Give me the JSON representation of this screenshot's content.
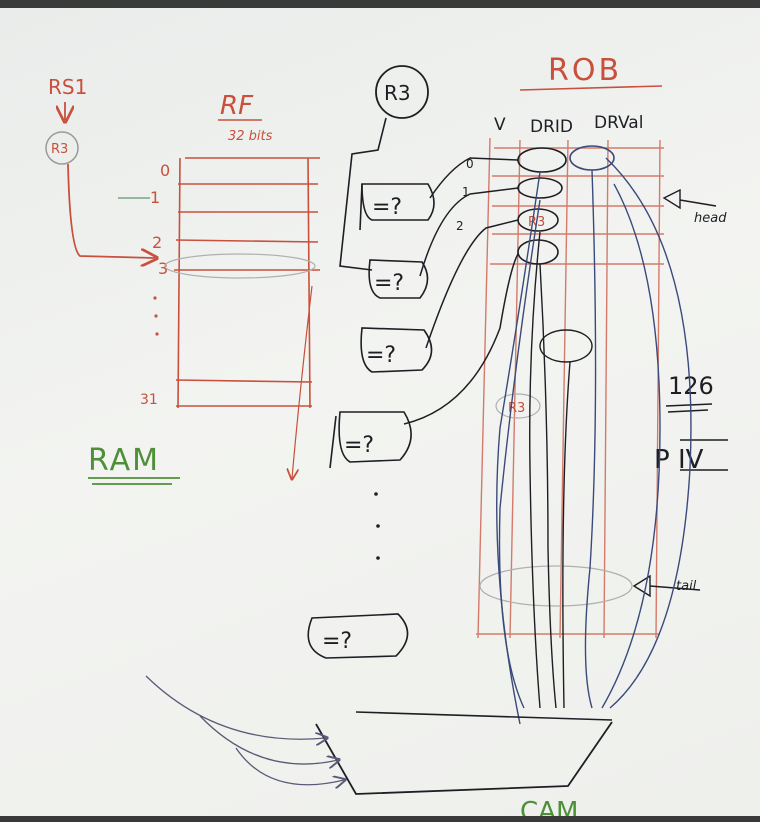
{
  "colors": {
    "red": "#c8503c",
    "black": "#1e1e24",
    "blue": "#3a4a7a",
    "green": "#4f8f3a",
    "gridRed": "#d47a6a"
  },
  "labels": {
    "rs1": "RS1",
    "rs1_reg": "R3",
    "rf_title": "RF",
    "rf_subtitle": "32 bits",
    "rf_idx_0": "0",
    "rf_idx_1": "1",
    "rf_idx_2": "2",
    "rf_idx_3": "3",
    "rf_idx_31": "31",
    "ram": "RAM",
    "rob_title": "ROB",
    "rob_col_v": "V",
    "rob_col_drid": "DRID",
    "rob_col_drval": "DRVal",
    "rob_entry_r3": "R3",
    "rob_entry_r3_lower": "R3",
    "rob_idx_0": "0",
    "rob_idx_1": "1",
    "rob_idx_2": "2",
    "head": "head",
    "tail": "tail",
    "rob_size": "126",
    "rob_cpu": "P IV",
    "cmp_top": "R3",
    "cmp_label": "=?",
    "cam": "CAM"
  }
}
